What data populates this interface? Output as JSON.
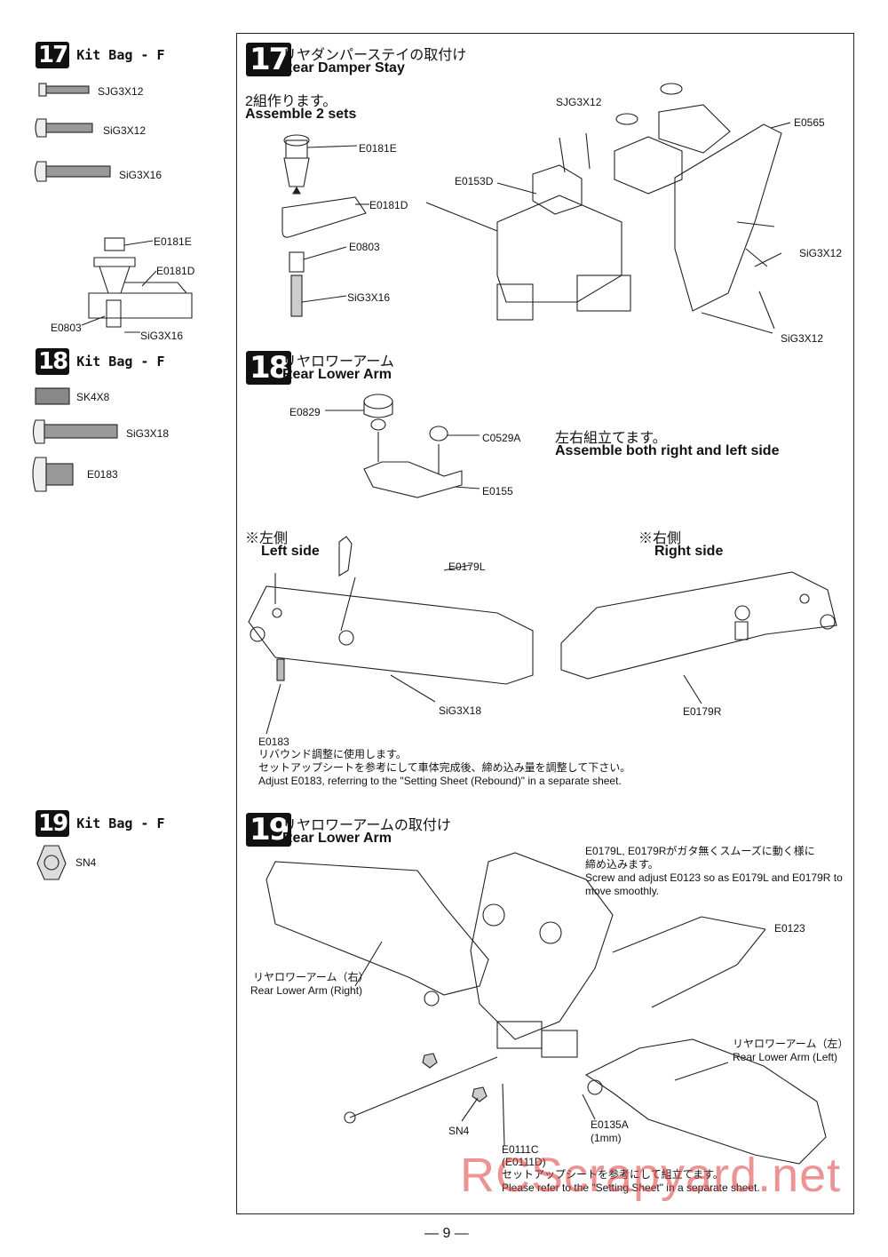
{
  "sidebar": {
    "s17": {
      "num": "17",
      "bag": "Kit Bag - F",
      "parts": [
        "SJG3X12",
        "SiG3X12",
        "SiG3X16"
      ],
      "assembly_labels": [
        "E0181E",
        "E0181D",
        "E0803",
        "SiG3X16"
      ]
    },
    "s18": {
      "num": "18",
      "bag": "Kit Bag - F",
      "parts": [
        "SK4X8",
        "SiG3X18",
        "E0183"
      ]
    },
    "s19": {
      "num": "19",
      "bag": "Kit Bag - F",
      "parts": [
        "SN4"
      ]
    }
  },
  "step17": {
    "num": "17",
    "title_jp": "リヤダンパーステイの取付け",
    "title_en": "Rear Damper Stay",
    "sets_jp": "2組作ります。",
    "sets_en": "Assemble 2 sets",
    "left_labels": [
      "E0181E",
      "E0181D",
      "E0803",
      "SiG3X16"
    ],
    "right_labels": [
      "SJG3X12",
      "E0565",
      "E0153D",
      "SiG3X12",
      "SiG3X12"
    ]
  },
  "step18": {
    "num": "18",
    "title_jp": "リヤロワーアーム",
    "title_en": "Rear Lower Arm",
    "labels": [
      "E0829",
      "C0529A",
      "E0155"
    ],
    "both_jp": "左右組立てます。",
    "both_en": "Assemble both right and left side",
    "left_jp": "※左側",
    "left_en": "Left side",
    "right_jp": "※右側",
    "right_en": "Right side",
    "arm_labels": [
      "E0179L",
      "SiG3X18",
      "E0179R",
      "E0183"
    ],
    "notes": [
      "リバウンド調整に使用します。",
      "セットアップシートを参考にして車体完成後、締め込み量を調整して下さい。",
      "Adjust E0183, referring to the \"Setting Sheet (Rebound)\" in a separate sheet."
    ]
  },
  "step19": {
    "num": "19",
    "title_jp": "リヤロワーアームの取付け",
    "title_en": "Rear Lower Arm",
    "note_lines": [
      "E0179L, E0179Rがガタ無くスムーズに動く様に",
      "締め込みます。",
      "Screw and adjust E0123 so as E0179L and E0179R to",
      "move smoothly."
    ],
    "labels": [
      "E0123",
      "SN4",
      "E0111C",
      "(E0111D)",
      "E0135A",
      "(1mm)"
    ],
    "right_arm": [
      "リヤロワーアーム（右）",
      "Rear Lower Arm (Right)"
    ],
    "left_arm": [
      "リヤロワーアーム（左）",
      "Rear Lower Arm (Left)"
    ],
    "bottom_note": [
      "セットアップシートを参考にして組立てます。",
      "Please refer to the \"Setting Sheet\" in a separate sheet."
    ]
  },
  "watermark": "RCScrapyard.net",
  "page_number": "— 9 —"
}
